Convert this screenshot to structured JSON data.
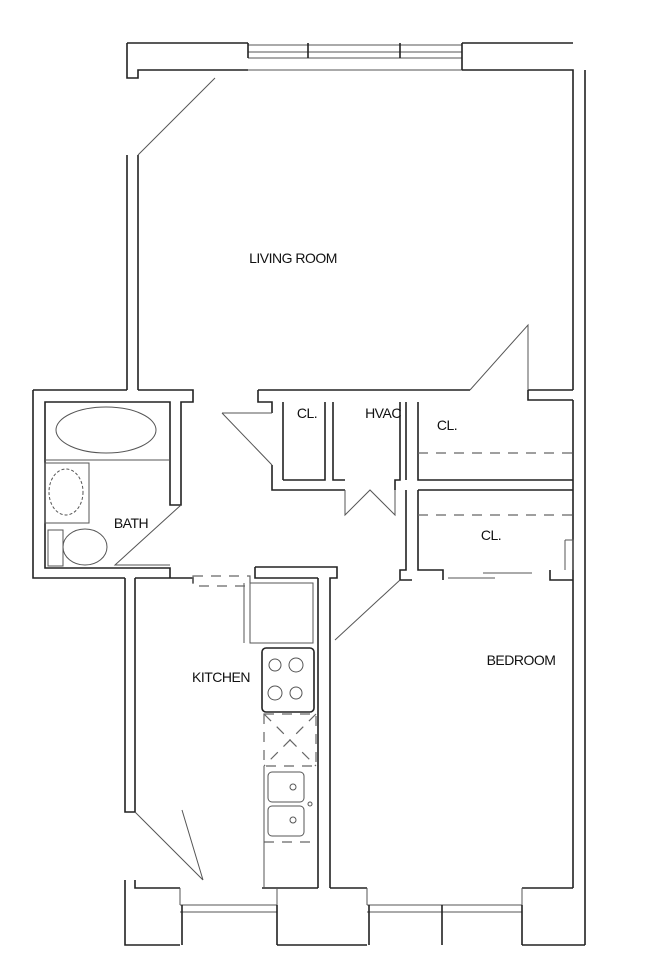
{
  "plan": {
    "rooms": {
      "living_room": "LIVING ROOM",
      "closet_1": "CL.",
      "hvac": "HVAC",
      "closet_2": "CL.",
      "closet_3": "CL.",
      "bath": "BATH",
      "kitchen": "KITCHEN",
      "bedroom": "BEDROOM"
    }
  }
}
